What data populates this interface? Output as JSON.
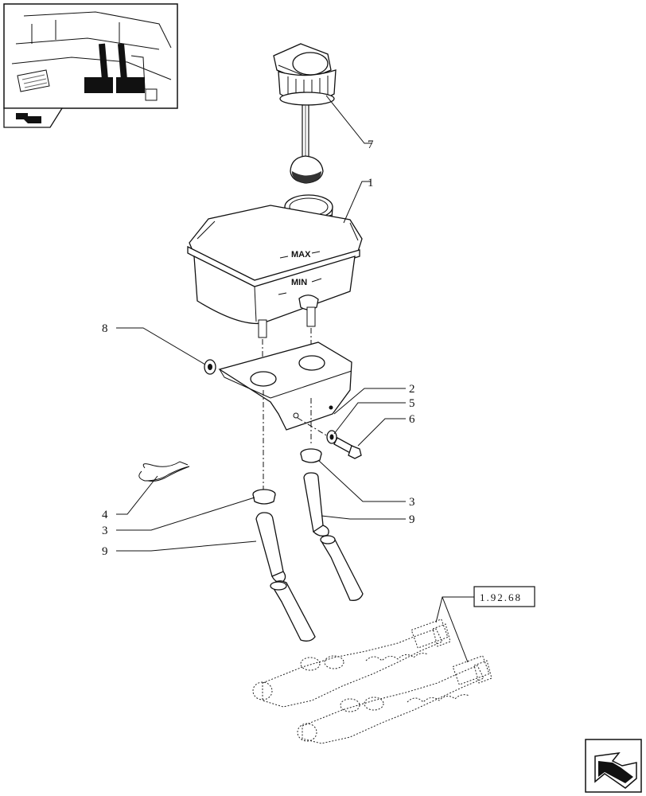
{
  "thumbnail": {
    "icon": "pedal-assembly-thumbnail"
  },
  "nav": {
    "prev_icon": "back-arrow-icon",
    "next_icon": "next-page-arrow-icon"
  },
  "parts": {
    "reservoir_mark_max": "MAX",
    "reservoir_mark_min": "MIN"
  },
  "callouts": {
    "c7": "7",
    "c1": "1",
    "c8": "8",
    "c2": "2",
    "c5": "5",
    "c6": "6",
    "c4": "4",
    "c3_left": "3",
    "c9_left": "9",
    "c3_right": "3",
    "c9_right": "9"
  },
  "reference": {
    "label": "1.92.68"
  }
}
